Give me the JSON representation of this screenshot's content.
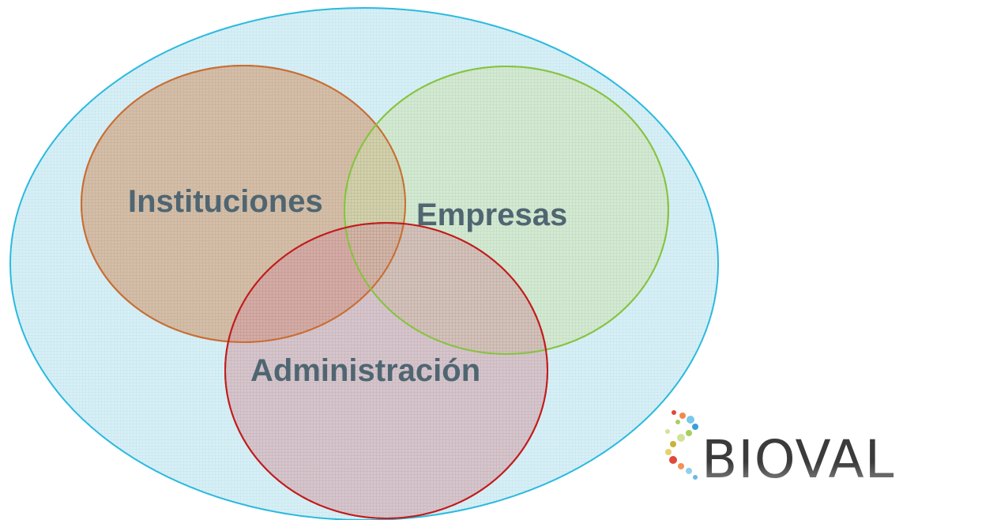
{
  "diagram": {
    "type": "venn",
    "colors": {
      "universe_fill": "#d6f0f7",
      "universe_stroke": "#2bbbe0",
      "instituciones_fill": "#d49668",
      "instituciones_stroke": "#c86e34",
      "empresas_fill": "#cfe3ad",
      "empresas_stroke": "#86c440",
      "administracion_fill": "#d69aa2",
      "administracion_stroke": "#c21c1c",
      "label_color": "#4f6672"
    },
    "sets": {
      "instituciones": "Instituciones",
      "empresas": "Empresas",
      "administracion": "Administración"
    }
  },
  "logo": {
    "text": "BIOVAL",
    "text_color": "#3b3b3b",
    "dot_colors": [
      "#e0493a",
      "#f08a4b",
      "#7cc8e8",
      "#3a9ed9",
      "#a7cf5f",
      "#d3e29a",
      "#c9b23c",
      "#e8d06a"
    ]
  }
}
